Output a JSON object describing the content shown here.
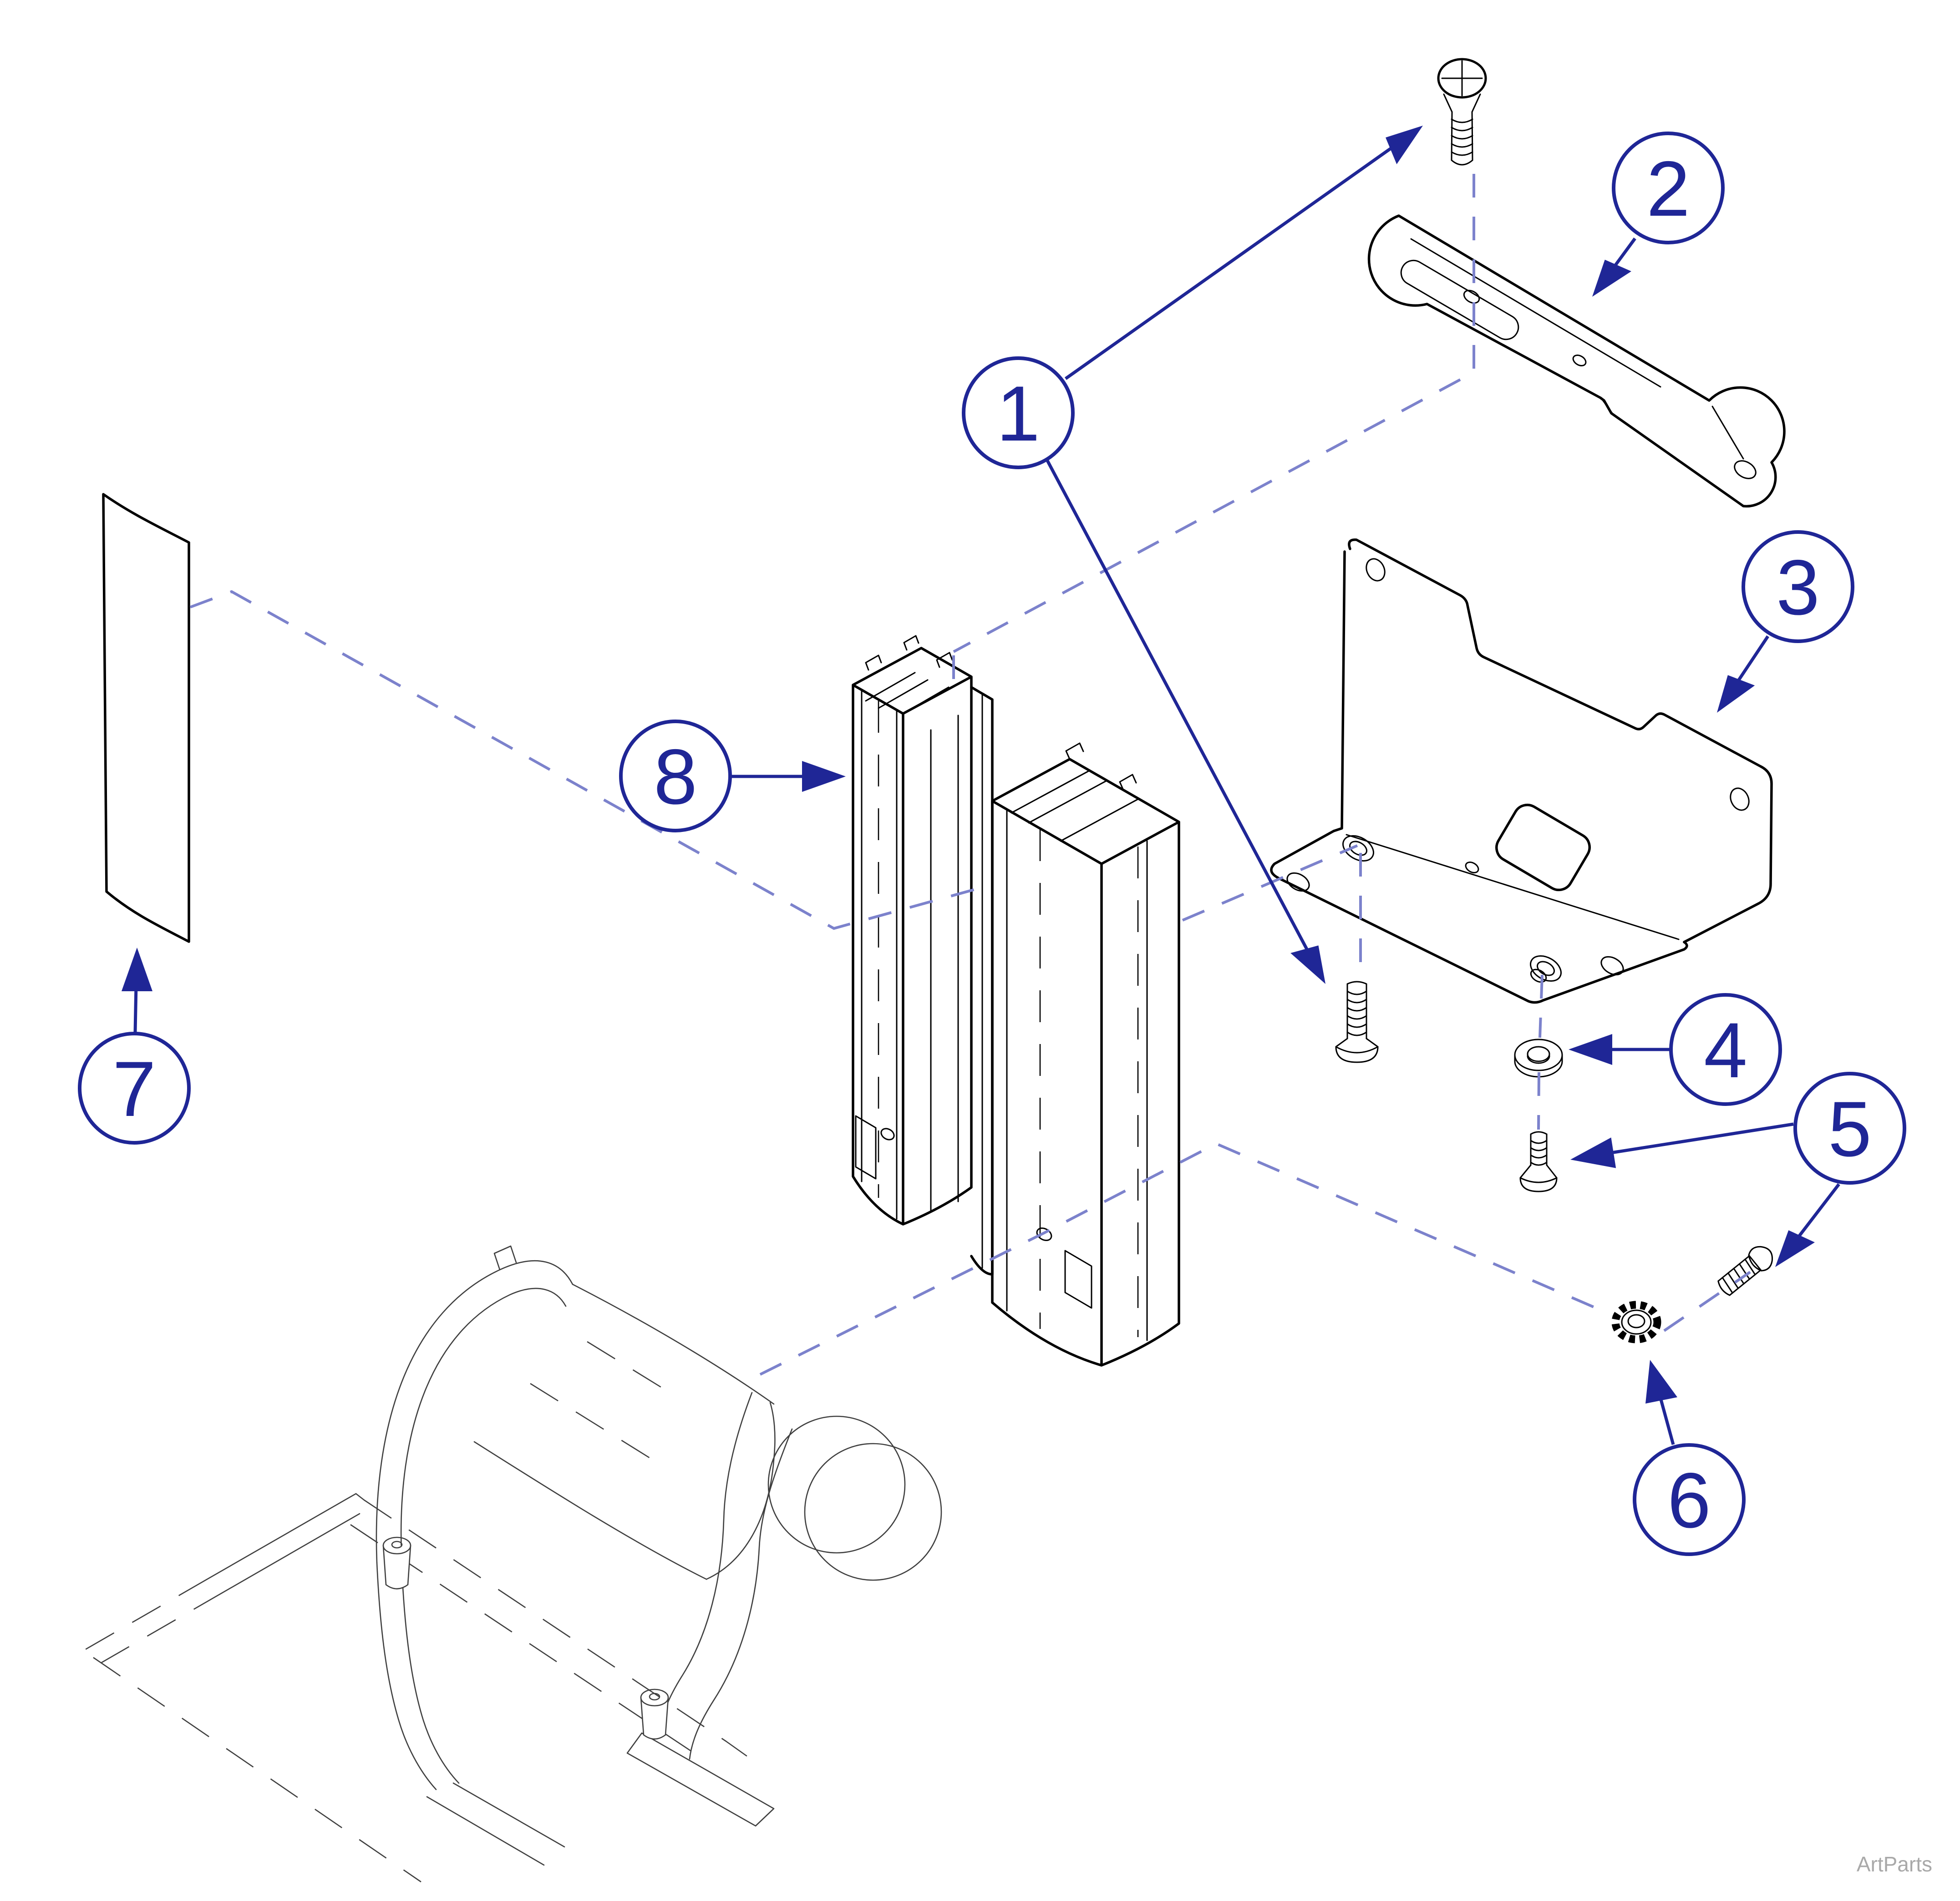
{
  "watermark": {
    "label": "ArtParts",
    "color": "#a9a9a9"
  },
  "colors": {
    "callout_blue": "#1f2696",
    "dashed_blue": "#7c82cc",
    "line_black": "#000000",
    "ghost_line_gray": "#3f3f3f",
    "background": "#ffffff"
  },
  "callouts": [
    {
      "label": "1"
    },
    {
      "label": "2"
    },
    {
      "label": "3"
    },
    {
      "label": "4"
    },
    {
      "label": "5"
    },
    {
      "label": "6"
    },
    {
      "label": "7"
    },
    {
      "label": "8"
    }
  ]
}
